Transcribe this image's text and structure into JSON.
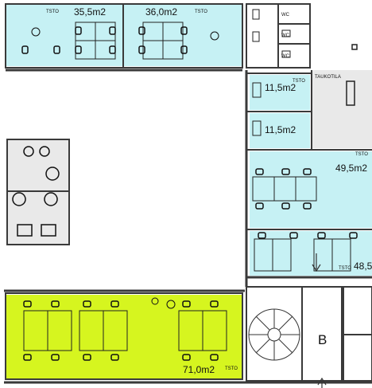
{
  "rooms": {
    "top_left": {
      "area": "35,5m2",
      "tag": "TSTO"
    },
    "top_mid": {
      "area": "36,0m2",
      "tag": "TSTO"
    },
    "small_a": {
      "area": "11,5m2",
      "tag": "TSTO"
    },
    "small_b": {
      "area": "11,5m2",
      "tag": ""
    },
    "right_upper": {
      "area": "49,5m2",
      "tag": "TSTO"
    },
    "right_lower": {
      "area": "48,5",
      "tag": "TSTO"
    },
    "bottom_lime": {
      "area": "71,0m2",
      "tag": "TSTO"
    }
  },
  "labels": {
    "wc_1": "WC",
    "wc_2": "WC",
    "wc_3": "WC",
    "taukotila": "TAUKOTILA",
    "stair_letter": "B"
  },
  "colors": {
    "office_fill": "#c6f1f4",
    "highlight_fill": "#d6f51f",
    "wall": "#3a3a3a"
  }
}
